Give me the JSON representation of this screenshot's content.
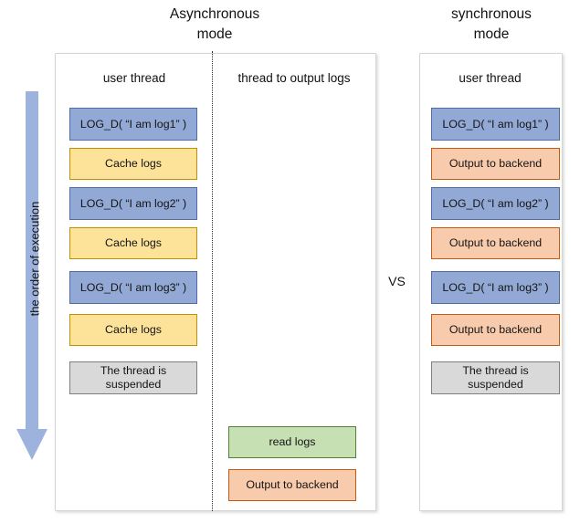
{
  "titles": {
    "async": "Asynchronous\nmode",
    "sync": "synchronous\nmode",
    "vs": "VS"
  },
  "order_arrow": {
    "label": "the order of execution",
    "direction": "down",
    "color": "#9DB2DC"
  },
  "async_panel": {
    "columns": [
      {
        "header": "user thread",
        "steps": [
          {
            "label": "LOG_D( “I am log1” )",
            "color": "blue"
          },
          {
            "label": "Cache logs",
            "color": "yellow"
          },
          {
            "label": "LOG_D( “I am log2” )",
            "color": "blue"
          },
          {
            "label": "Cache logs",
            "color": "yellow"
          },
          {
            "label": "LOG_D( “I am log3” )",
            "color": "blue"
          },
          {
            "label": "Cache logs",
            "color": "yellow"
          },
          {
            "label": "The thread is\nsuspended",
            "color": "gray"
          }
        ]
      },
      {
        "header": "thread to output logs",
        "steps": [
          {
            "label": "read logs",
            "color": "green"
          },
          {
            "label": "Output to backend",
            "color": "orange"
          }
        ]
      }
    ]
  },
  "sync_panel": {
    "columns": [
      {
        "header": "user thread",
        "steps": [
          {
            "label": "LOG_D( “I am log1” )",
            "color": "blue"
          },
          {
            "label": "Output to backend",
            "color": "orange"
          },
          {
            "label": "LOG_D( “I am log2” )",
            "color": "blue"
          },
          {
            "label": "Output to backend",
            "color": "orange"
          },
          {
            "label": "LOG_D( “I am log3” )",
            "color": "blue"
          },
          {
            "label": "Output to backend",
            "color": "orange"
          },
          {
            "label": "The thread is\nsuspended",
            "color": "gray"
          }
        ]
      }
    ]
  },
  "palette": {
    "blue": "#93A9D5",
    "blue_border": "#4E6CA8",
    "yellow": "#FDE29A",
    "yellow_border": "#BF9000",
    "orange": "#F8CBAD",
    "orange_border": "#C55A11",
    "green": "#C6E0B4",
    "green_border": "#548235",
    "gray": "#D9D9D9",
    "gray_border": "#7F7F7F",
    "panel_border": "#D5D5D5",
    "divider": "#2B2B2B"
  }
}
